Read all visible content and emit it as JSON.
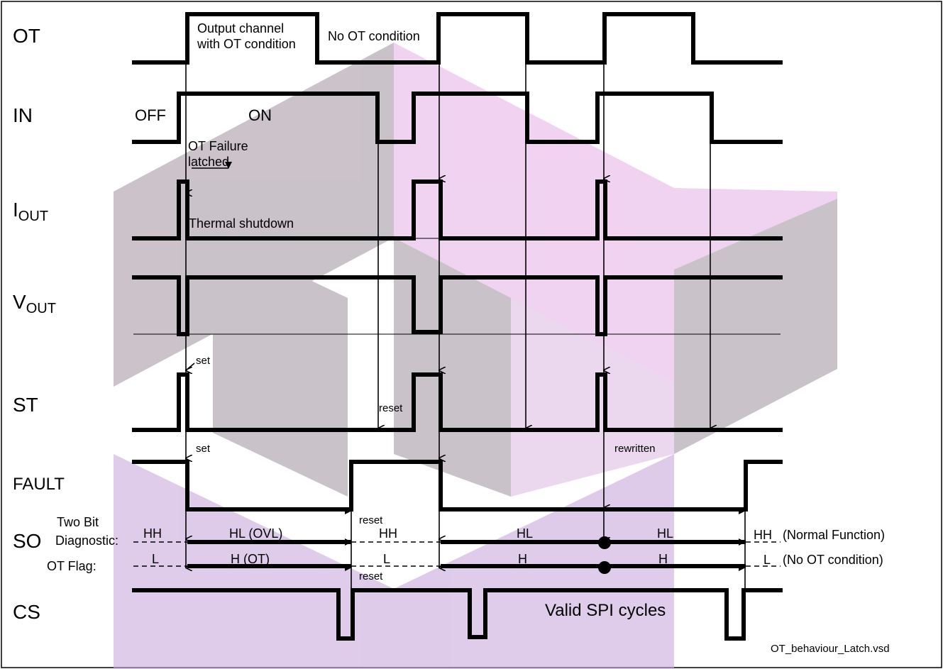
{
  "signals": {
    "ot": "OT",
    "in": "IN",
    "iout_main": "I",
    "iout_sub": "OUT",
    "vout_main": "V",
    "vout_sub": "OUT",
    "st": "ST",
    "fault": "FAULT",
    "so": "SO",
    "cs": "CS"
  },
  "row_labels": {
    "two_bit_1": "Two Bit",
    "two_bit_2": "Diagnostic:",
    "ot_flag": "OT Flag:"
  },
  "annotations": {
    "output_channel_1": "Output channel",
    "output_channel_2": "with OT condition",
    "no_ot_condition": "No OT condition",
    "off": "OFF",
    "on": "ON",
    "ot_failure_1": "OT Failure",
    "ot_failure_2": "latched",
    "thermal_shutdown": "Thermal shutdown",
    "set_st": "set",
    "reset_st": "reset",
    "set_fault": "set",
    "rewritten": "rewritten",
    "reset_fault": "reset",
    "reset_otflag": "reset",
    "valid_spi": "Valid SPI cycles",
    "filename": "OT_behaviour_Latch.vsd"
  },
  "diag_states": {
    "hh1": "HH",
    "hl_ovl": "HL  (OVL)",
    "hh2": "HH",
    "hl2": "HL",
    "hl3": "HL",
    "hh3": "HH",
    "normal": "(Normal Function)"
  },
  "flag_states": {
    "l1": "L",
    "h_ot": "H     (OT)",
    "l2": "L",
    "h2": "H",
    "h3": "H",
    "l3": "L",
    "no_ot": "(No OT condition)"
  },
  "colors": {
    "watermark_gray": "#a89aa6",
    "watermark_pink": "#e7b6e8",
    "watermark_lavender": "#c9a8dc"
  }
}
